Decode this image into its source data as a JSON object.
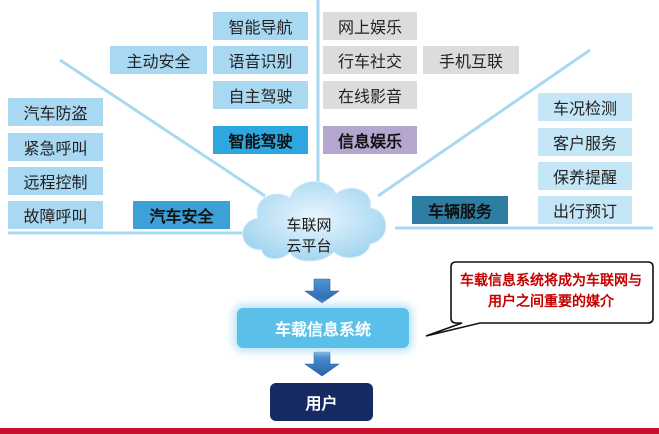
{
  "cloud": {
    "line1": "车联网",
    "line2": "云平台"
  },
  "system": {
    "label": "车载信息系统"
  },
  "user": {
    "label": "用户"
  },
  "callout": {
    "text": "车载信息系统将成为车联网与用户之间重要的媒介"
  },
  "smart_driving": {
    "category": "智能驾驶",
    "left_item": "主动安全",
    "items": [
      "智能导航",
      "语音识别",
      "自主驾驶"
    ]
  },
  "infotainment": {
    "category": "信息娱乐",
    "items": [
      "网上娱乐",
      "行车社交",
      "在线影音"
    ],
    "side_item": "手机互联"
  },
  "car_safety": {
    "category": "汽车安全",
    "items": [
      "汽车防盗",
      "紧急呼叫",
      "远程控制",
      "故障呼叫"
    ]
  },
  "vehicle_service": {
    "category": "车辆服务",
    "items": [
      "车况检测",
      "客户服务",
      "保养提醒",
      "出行预订"
    ]
  },
  "colors": {
    "feature_blue": "#a9d8f2",
    "feature_grey": "#dcdcde",
    "system_blue": "#5ac0ea",
    "user_navy": "#162a64",
    "callout_red": "#c40000",
    "rule_red": "#c8102e"
  }
}
